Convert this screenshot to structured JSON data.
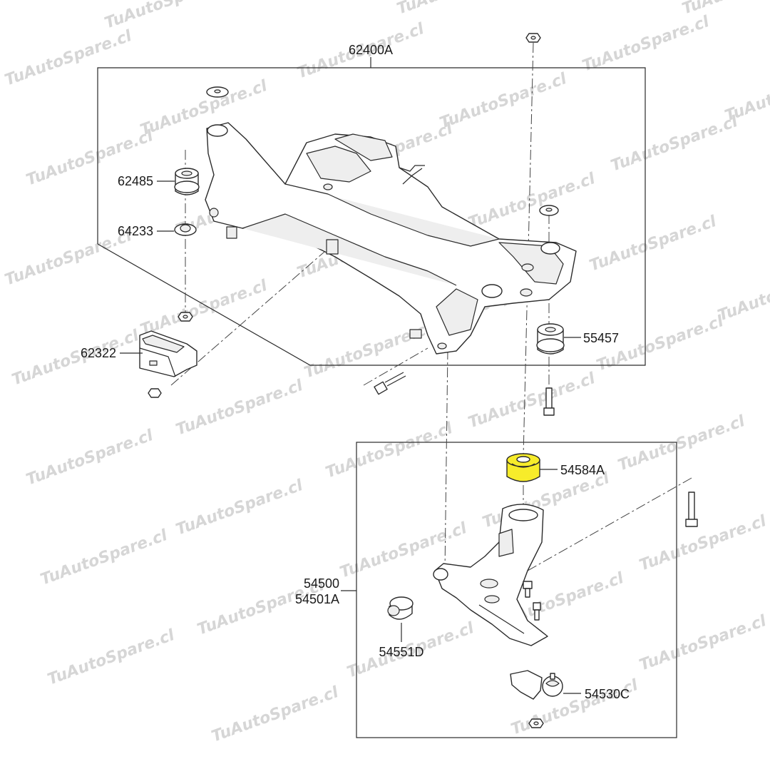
{
  "watermark": "TuAutoSpare.cl",
  "highlight_color": "#f7ec2a",
  "callouts": {
    "subframe": "62400A",
    "bush_upper_left": "62485",
    "washer_left": "64233",
    "bracket": "62322",
    "bush_right": "55457",
    "arm_bush_highlighted": "54584A",
    "arm_line1": "54500",
    "arm_line2": "54501A",
    "arm_front_bush": "54551D",
    "ball_joint": "54530C"
  }
}
